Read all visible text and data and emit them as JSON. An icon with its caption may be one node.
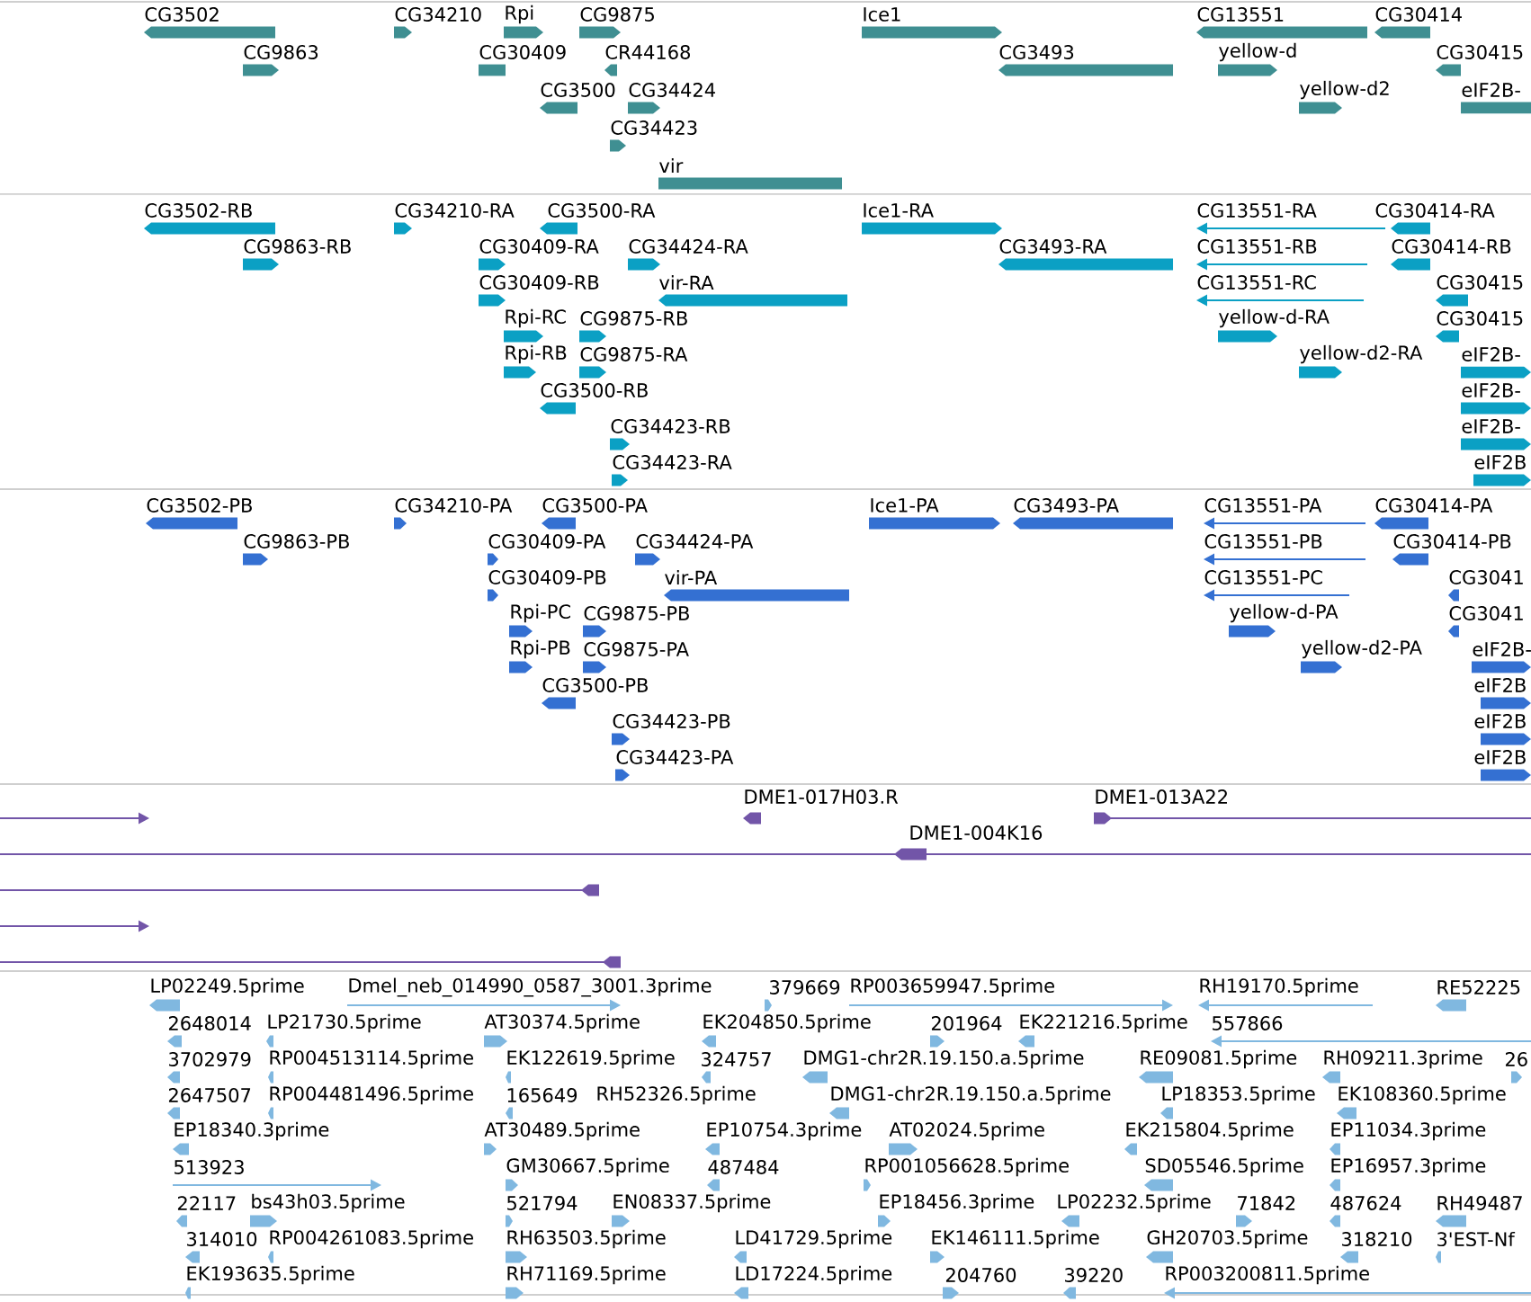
{
  "diagram": {
    "labels": [
      "CG3502",
      "CG34210",
      "Rpi",
      "CG9875",
      "Ice1",
      "CG13551",
      "CG30414",
      "CG9863",
      "CG30409",
      "CR44168",
      "CG3493",
      "yellow-d",
      "CG30415",
      "CG3500",
      "CG34424",
      "yellow-d2",
      "eIF2B-",
      "CG34423",
      "vir",
      "CG3502-RB",
      "CG34210-RA",
      "CG3500-RA",
      "Ice1-RA",
      "CG13551-RA",
      "CG30414-RA",
      "CG9863-RB",
      "CG30409-RA",
      "CG34424-RA",
      "CG3493-RA",
      "CG13551-RB",
      "CG30414-RB",
      "CG30409-RB",
      "vir-RA",
      "CG13551-RC",
      "CG30415",
      "Rpi-RC",
      "CG9875-RB",
      "yellow-d-RA",
      "CG30415",
      "Rpi-RB",
      "CG9875-RA",
      "yellow-d2-RA",
      "eIF2B-",
      "CG3500-RB",
      "eIF2B-",
      "CG34423-RB",
      "eIF2B-",
      "CG34423-RA",
      "eIF2B",
      "CG3502-PB",
      "CG34210-PA",
      "CG3500-PA",
      "Ice1-PA",
      "CG3493-PA",
      "CG13551-PA",
      "CG30414-PA",
      "CG9863-PB",
      "CG30409-PA",
      "CG34424-PA",
      "CG13551-PB",
      "CG30414-PB",
      "CG30409-PB",
      "vir-PA",
      "CG13551-PC",
      "CG3041",
      "Rpi-PC",
      "CG9875-PB",
      "yellow-d-PA",
      "CG3041",
      "Rpi-PB",
      "CG9875-PA",
      "yellow-d2-PA",
      "eIF2B-",
      "CG3500-PB",
      "eIF2B",
      "CG34423-PB",
      "eIF2B",
      "CG34423-PA",
      "eIF2B",
      "DME1-017H03.R",
      "DME1-013A22",
      "DME1-004K16",
      "LP02249.5prime",
      "Dmel_neb_014990_0587_3001.3prime",
      "379669",
      "RP003659947.5prime",
      "RH19170.5prime",
      "RE52225",
      "2648014",
      "LP21730.5prime",
      "AT30374.5prime",
      "EK204850.5prime",
      "201964",
      "EK221216.5prime",
      "557866",
      "3702979",
      "RP004513114.5prime",
      "EK122619.5prime",
      "324757",
      "DMG1-chr2R.19.150.a.5prime",
      "RE09081.5prime",
      "RH09211.3prime",
      "26",
      "2647507",
      "RP004481496.5prime",
      "165649",
      "RH52326.5prime",
      "DMG1-chr2R.19.150.a.5prime",
      "LP18353.5prime",
      "EK108360.5prime",
      "EP18340.3prime",
      "AT30489.5prime",
      "EP10754.3prime",
      "AT02024.5prime",
      "EK215804.5prime",
      "EP11034.3prime",
      "513923",
      "GM30667.5prime",
      "487484",
      "RP001056628.5prime",
      "SD05546.5prime",
      "EP16957.3prime",
      "22117",
      "bs43h03.5prime",
      "521794",
      "EN08337.5prime",
      "EP18456.3prime",
      "LP02232.5prime",
      "71842",
      "487624",
      "RH49487",
      "314010",
      "RP004261083.5prime",
      "RH63503.5prime",
      "LD41729.5prime",
      "EK146111.5prime",
      "GH20703.5prime",
      "318210",
      "3'EST-Nf",
      "EK193635.5prime",
      "RH71169.5prime",
      "LD17224.5prime",
      "204760",
      "39220",
      "RP003200811.5prime"
    ]
  }
}
